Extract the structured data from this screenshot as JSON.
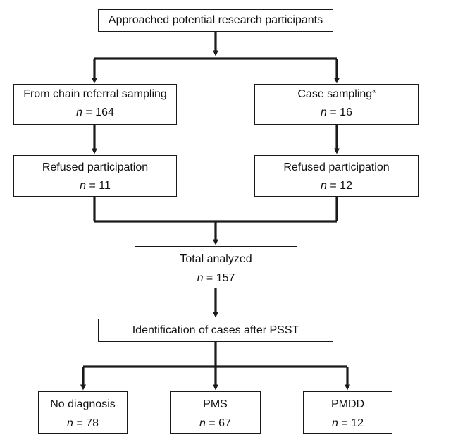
{
  "boxes": {
    "approached": {
      "label": "Approached potential research participants"
    },
    "chain_referral": {
      "label": "From chain referral sampling",
      "n_symbol": "n",
      "n_text": " = 164"
    },
    "case_sampling": {
      "label": "Case sampling",
      "footnote_mark": "a",
      "n_symbol": "n",
      "n_text": " = 16"
    },
    "refused_left": {
      "label": "Refused participation",
      "n_symbol": "n",
      "n_text": " = 11"
    },
    "refused_right": {
      "label": "Refused participation",
      "n_symbol": "n",
      "n_text": " = 12"
    },
    "total_analyzed": {
      "label": "Total analyzed",
      "n_symbol": "n",
      "n_text": " = 157"
    },
    "identification": {
      "label": "Identification of cases after PSST"
    },
    "no_diagnosis": {
      "label": "No diagnosis",
      "n_symbol": "n",
      "n_text": " = 78"
    },
    "pms": {
      "label": "PMS",
      "n_symbol": "n",
      "n_text": " = 67"
    },
    "pmdd": {
      "label": "PMDD",
      "n_symbol": "n",
      "n_text": " = 12"
    }
  },
  "colors": {
    "line": "#1a1a1a",
    "box_border": "#1a1a1a",
    "background": "#ffffff"
  }
}
